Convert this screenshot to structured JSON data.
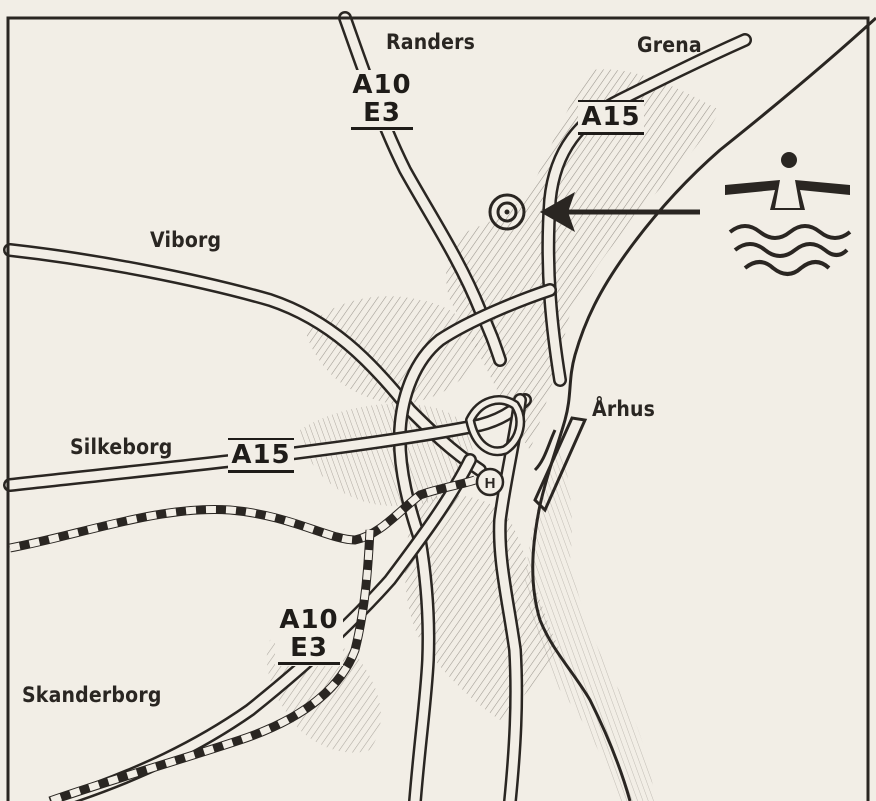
{
  "map": {
    "places": {
      "randers": "Randers",
      "grena": "Grena",
      "viborg": "Viborg",
      "silkeborg": "Silkeborg",
      "arhus": "Århus",
      "skanderborg": "Skanderborg"
    },
    "route_shields": {
      "a10_north": [
        "A10",
        "E3"
      ],
      "a15_northeast": "A15",
      "a15_west": "A15",
      "a10_south": [
        "A10",
        "E3"
      ]
    },
    "hospital_symbol": "H",
    "symbols": [
      "target-icon",
      "arrow-icon",
      "swimmer-bathing-icon",
      "hospital-icon"
    ],
    "colors": {
      "ink": "#2a2622",
      "paper": "#f2eee6",
      "hatch": "#9a948c"
    }
  }
}
